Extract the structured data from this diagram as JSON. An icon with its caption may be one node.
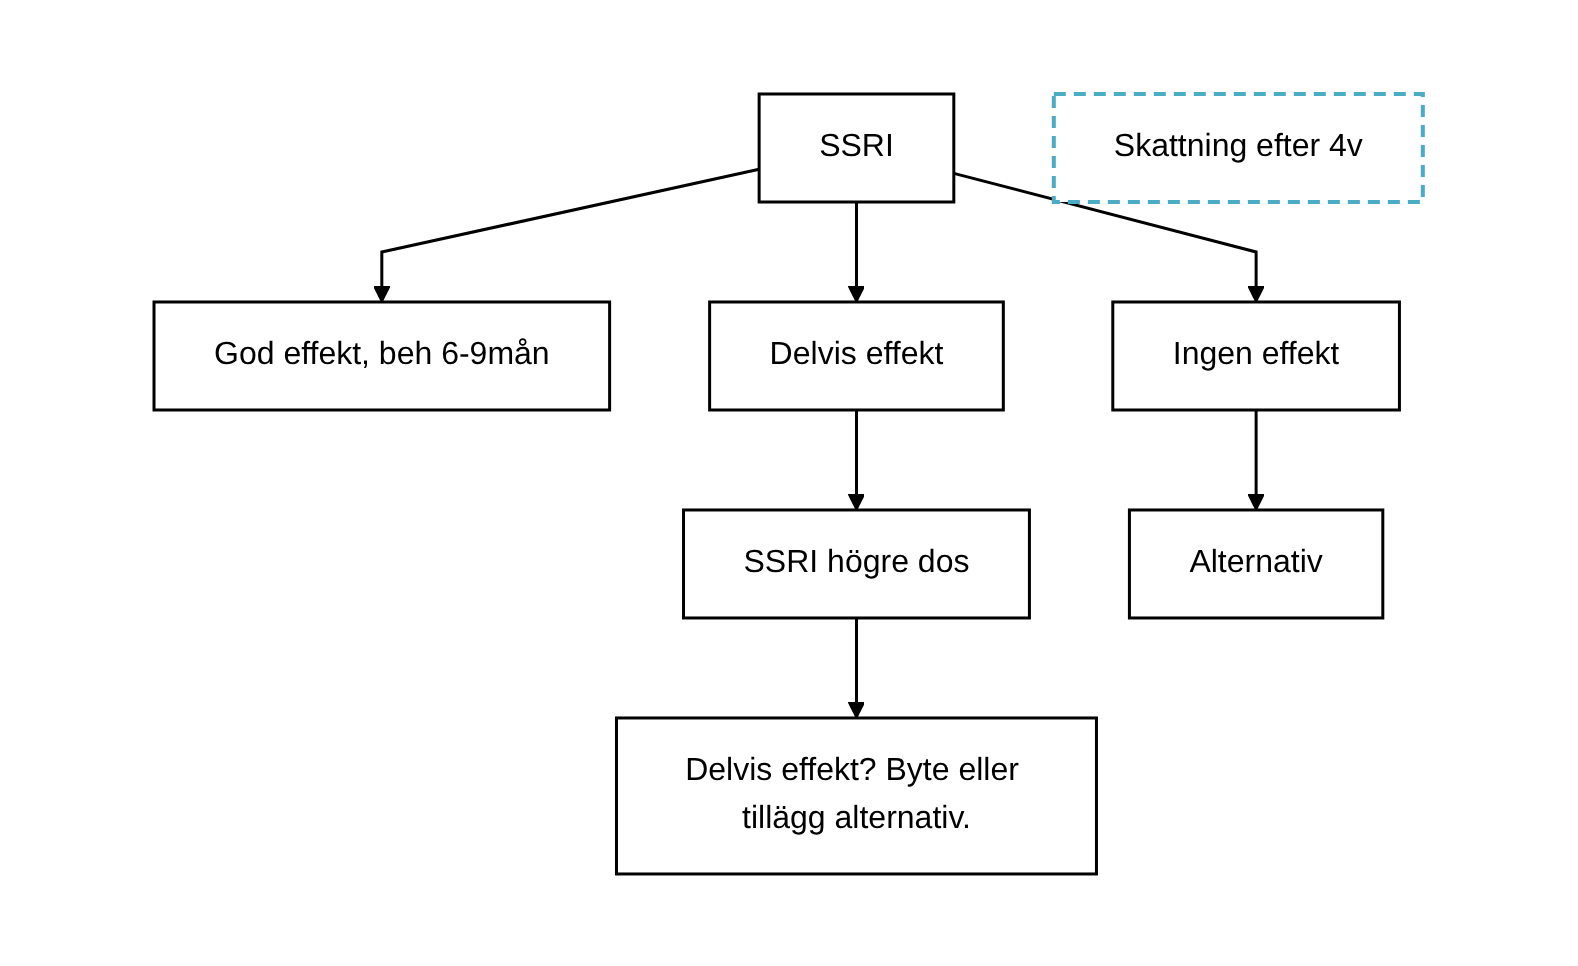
{
  "diagram": {
    "nodes": [
      {
        "text": [
          "SSRI"
        ]
      },
      {
        "text": [
          "Skattning efter 4v"
        ]
      },
      {
        "text": [
          "God effekt, beh 6-9mån"
        ]
      },
      {
        "text": [
          "Delvis effekt"
        ]
      },
      {
        "text": [
          "Ingen effekt"
        ]
      },
      {
        "text": [
          "SSRI högre dos"
        ]
      },
      {
        "text": [
          "Alternativ"
        ]
      },
      {
        "text": [
          "Delvis effekt? Byte eller tillägg alternativ."
        ]
      }
    ],
    "edges": [
      {
        "from": 0,
        "to": 2,
        "arrow": "to"
      },
      {
        "from": 0,
        "to": 3,
        "arrow": "to"
      },
      {
        "from": 0,
        "to": 4,
        "arrow": "to"
      },
      {
        "from": 3,
        "to": 5,
        "arrow": "to"
      },
      {
        "from": 4,
        "to": 6,
        "arrow": "to"
      },
      {
        "from": 5,
        "to": 7,
        "arrow": "to"
      }
    ]
  }
}
